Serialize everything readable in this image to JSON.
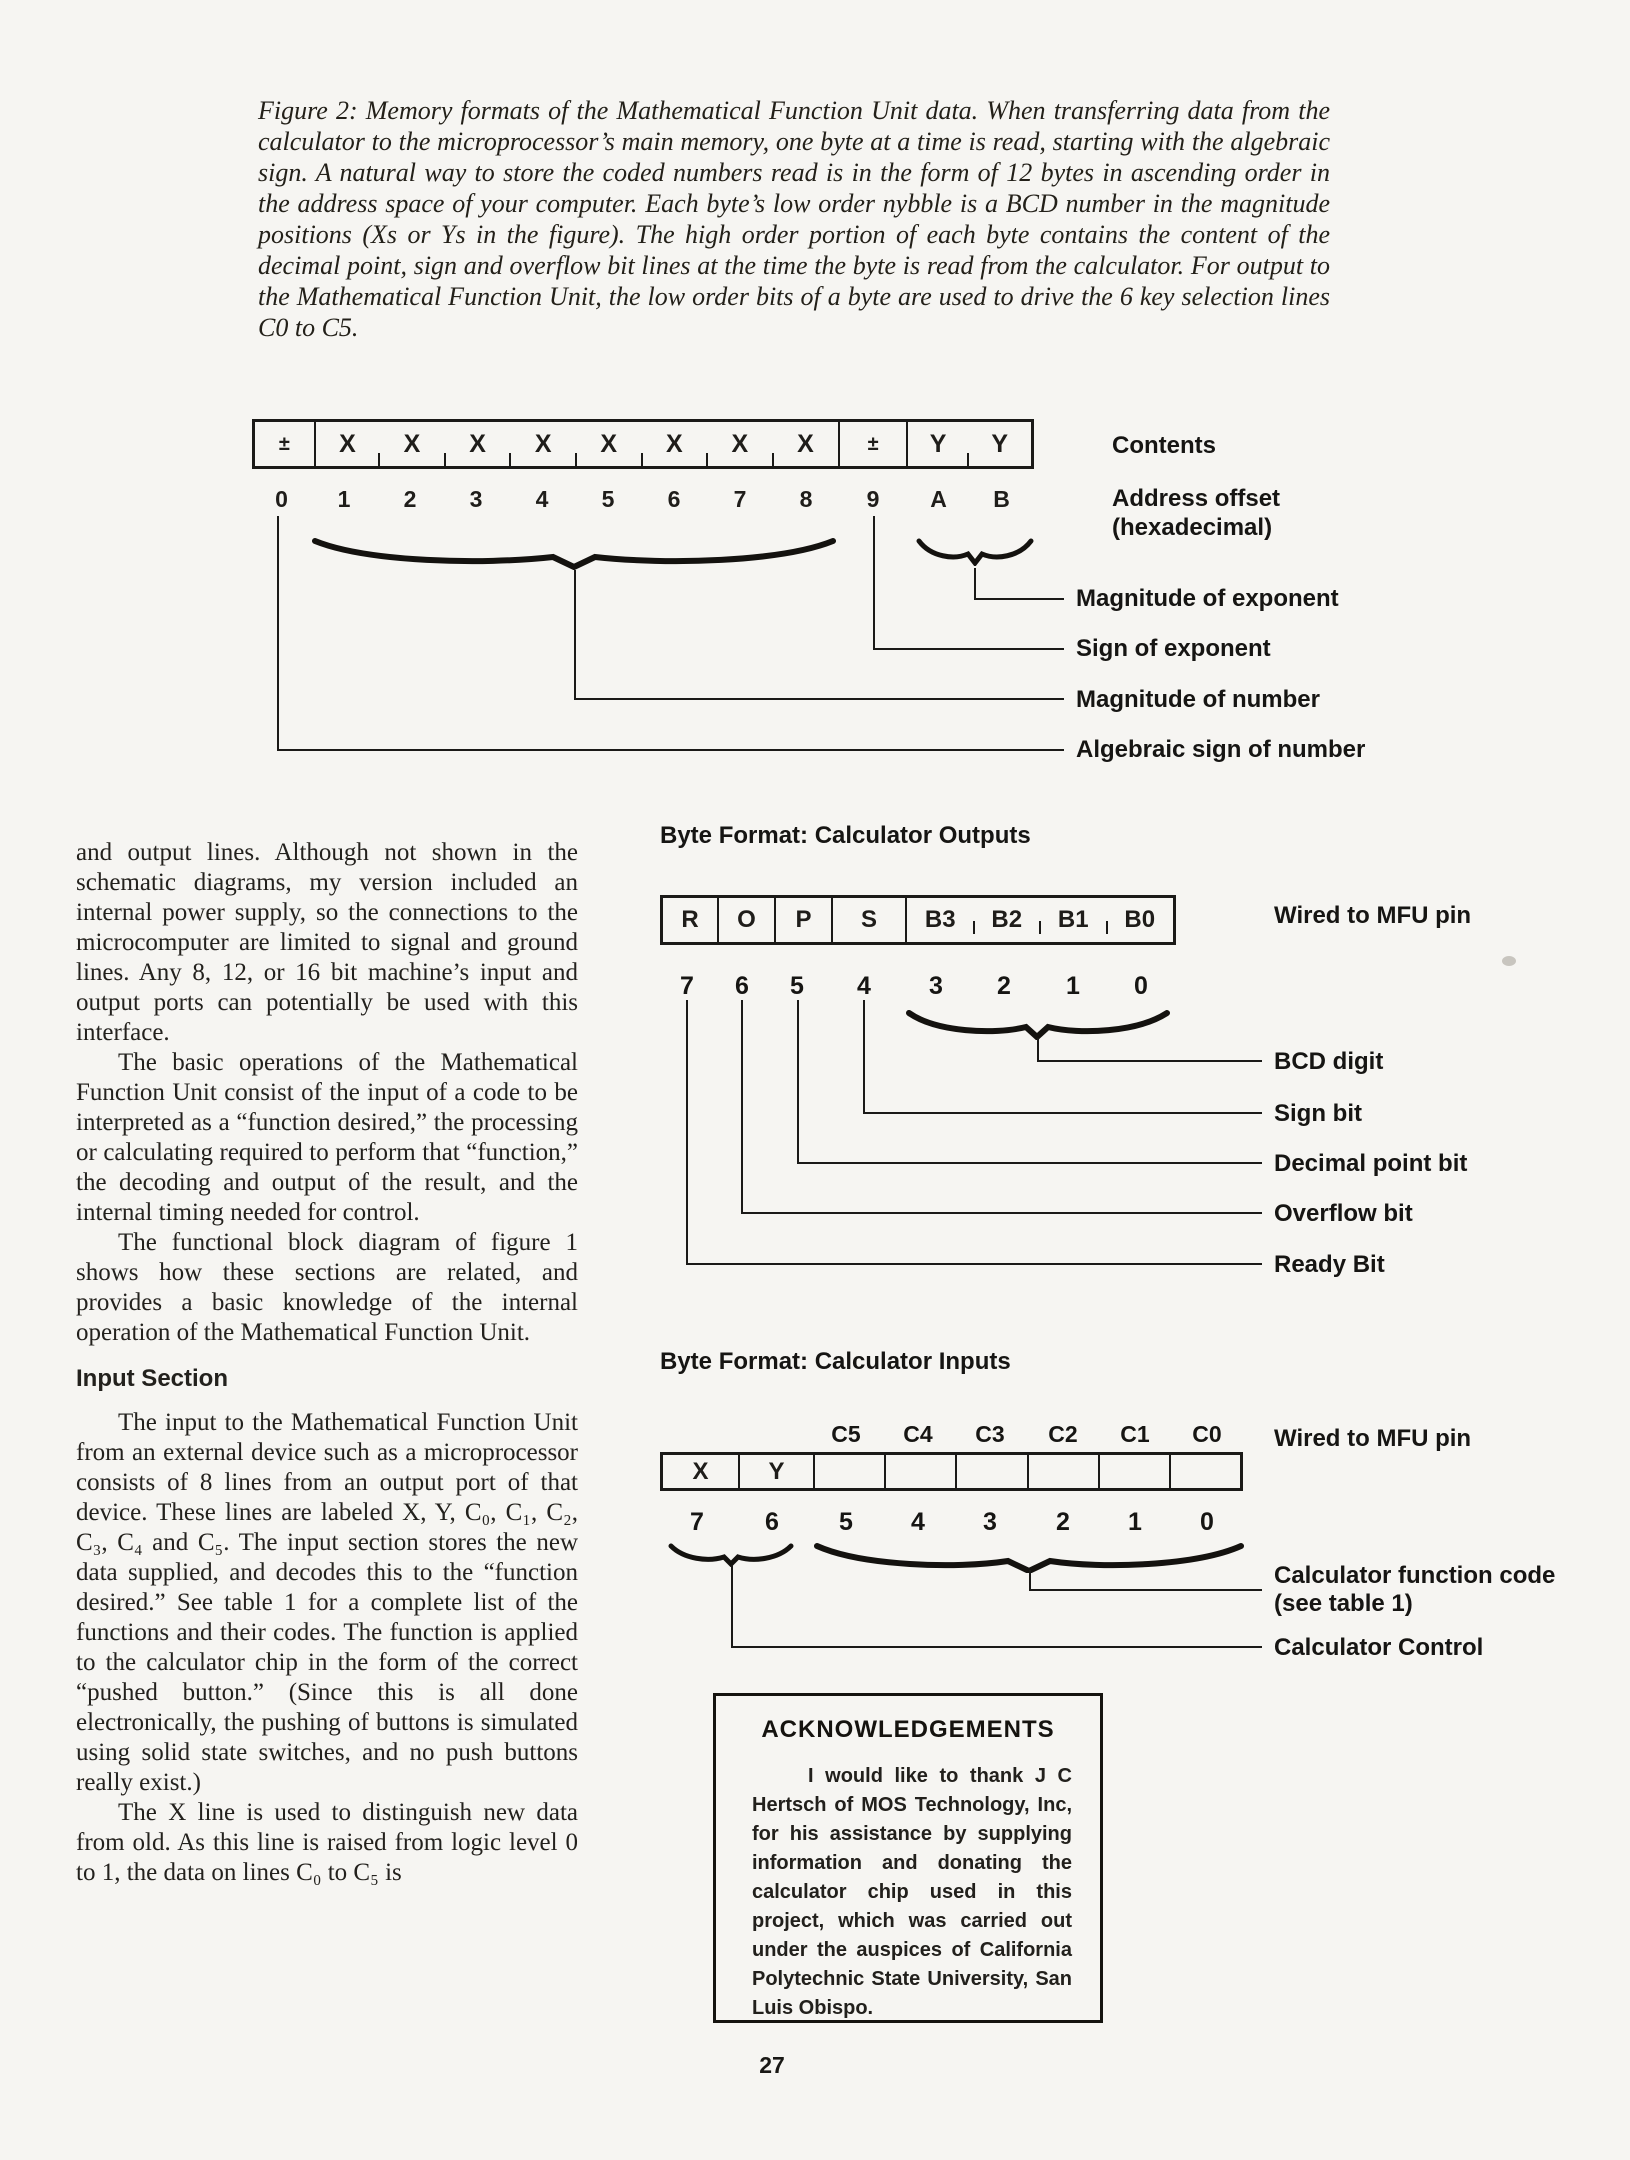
{
  "page": {
    "number": "27"
  },
  "caption": {
    "text": "Figure 2: Memory formats of the Mathematical Function Unit data. When transferring data from the calculator to the microprocessor’s main memory, one byte at a time is read, starting with the algebraic sign. A natural way to store the coded numbers read is in the form of 12 bytes in ascending order in the address space of your computer. Each byte’s low order nybble is a BCD number in the magnitude positions (Xs or Ys in the figure). The high order portion of each byte contains the content of the decimal point, sign and overflow bit lines at the time the byte is read from the calculator. For output to the Mathematical Function Unit, the low order bits of a byte are used to drive the 6 key selection lines C0 to C5."
  },
  "figure2": {
    "cells": [
      "±",
      "X",
      "X",
      "X",
      "X",
      "X",
      "X",
      "X",
      "X",
      "±",
      "Y",
      "Y"
    ],
    "offsets": [
      "0",
      "1",
      "2",
      "3",
      "4",
      "5",
      "6",
      "7",
      "8",
      "9",
      "A",
      "B"
    ],
    "label_contents": "Contents",
    "label_offset_line1": "Address offset",
    "label_offset_line2": "(hexadecimal)",
    "callout_exponent_magnitude": "Magnitude of exponent",
    "callout_exponent_sign": "Sign of exponent",
    "callout_number_magnitude": "Magnitude of number",
    "callout_number_sign": "Algebraic sign of number"
  },
  "outputs": {
    "heading": "Byte Format:  Calculator Outputs",
    "cells": [
      "R",
      "O",
      "P",
      "S"
    ],
    "bcd_cells": [
      "B3",
      "B2",
      "B1",
      "B0"
    ],
    "bits": [
      "7",
      "6",
      "5",
      "4",
      "3",
      "2",
      "1",
      "0"
    ],
    "wired_label": "Wired to MFU pin",
    "callout_bcd": "BCD digit",
    "callout_sign": "Sign bit",
    "callout_decimal": "Decimal point bit",
    "callout_overflow": "Overflow bit",
    "callout_ready": "Ready Bit"
  },
  "inputs": {
    "heading": "Byte Format: Calculator Inputs",
    "pins": [
      "C5",
      "C4",
      "C3",
      "C2",
      "C1",
      "C0"
    ],
    "cells": [
      "X",
      "Y"
    ],
    "bits": [
      "7",
      "6",
      "5",
      "4",
      "3",
      "2",
      "1",
      "0"
    ],
    "wired_label": "Wired to MFU pin",
    "callout_code_line1": "Calculator function code",
    "callout_code_line2": "(see table 1)",
    "callout_control": "Calculator Control"
  },
  "article": {
    "p1": "and output lines. Although not shown in the schematic diagrams, my version included an internal power supply, so the connections to the microcomputer are limited to signal and ground lines. Any 8, 12, or 16 bit machine’s input and output ports can potentially be used with this interface.",
    "p2": "The basic operations of the Mathematical Function Unit consist of the input of a code to be interpreted as a “function desired,” the processing or calculating required to perform that “function,” the decoding and output of the result, and the internal timing needed for control.",
    "p3": "The functional block diagram of figure 1 shows how these sections are related, and provides a basic knowledge of the internal operation of the Mathematical Function Unit.",
    "heading": "Input Section",
    "p4": "The input to the Mathematical Function Unit from an external device such as a microprocessor consists of 8 lines from an output port of that device. These lines are labeled X, Y, C₀, C₁, C₂, C₃, C₄ and C₅. The input section stores the new data supplied, and decodes this to the “function desired.” See table 1 for a complete list of the functions and their codes. The function is applied to the calculator chip in the form of the correct “pushed button.” (Since this is all done electronically, the pushing of buttons is simulated using solid state switches, and no push buttons really exist.)",
    "p5": "The X line is used to distinguish new data from old. As this line is raised from logic level 0 to 1, the data on lines C₀ to C₅ is"
  },
  "ack": {
    "title": "ACKNOWLEDGEMENTS",
    "body": "I would like to thank J C Hertsch of MOS Technology, Inc, for his assistance by supplying information and donating the calculator chip used in this project, which was carried out under the auspices of California Polytechnic State University, San Luis Obispo."
  }
}
